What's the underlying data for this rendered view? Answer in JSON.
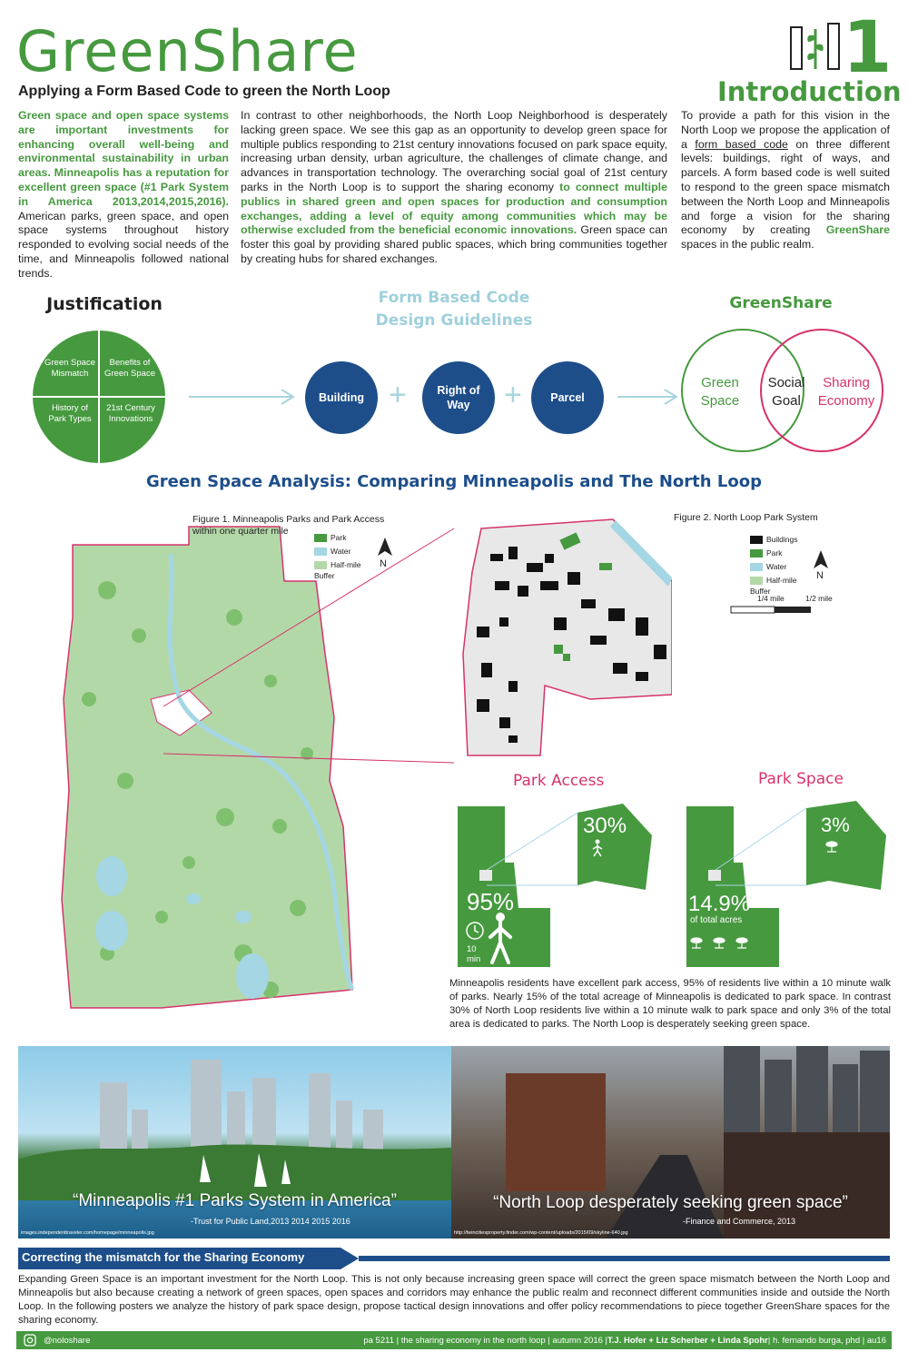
{
  "header": {
    "title": "GreenShare",
    "subtitle": "Applying a Form Based Code to green the North Loop",
    "number": "1",
    "section": "Introduction"
  },
  "intro": {
    "col1_bold": "Green space and open space systems are important investments for enhancing overall well-being and environmental sustainability in urban areas. Minneapolis has a reputation for excellent green space (#1 Park System in America 2013,2014,2015,2016).",
    "col1_text": " American parks, green space, and open space systems throughout history responded to evolving social needs of the time, and Minneapolis followed national trends.",
    "col2_a": "In contrast to other neighborhoods, the North Loop Neighborhood is desperately lacking green space. We see this gap as an opportunity to develop green space for multiple publics responding to 21st century innovations focused on park space equity, increasing urban density, urban agriculture, the challenges of climate change, and advances in transportation technology. The overarching social goal of 21st century parks in the North Loop is to support the sharing economy ",
    "col2_bold": "to connect multiple publics in shared green and open spaces for production and consumption exchanges, adding a level of equity among communities which may be otherwise excluded from the beneficial economic innovations.",
    "col2_b": " Green space can foster this goal by providing shared public spaces, which bring communities together by creating hubs for shared exchanges.",
    "col3_a": "To provide a path for this vision in the North Loop we propose the application of a ",
    "col3_link": "form based code",
    "col3_b": " on three different levels: buildings, right of ways, and parcels. A form based code is well suited to respond to the green space mismatch between the North Loop and Minneapolis and forge a vision for the sharing economy by creating ",
    "col3_bold": "GreenShare",
    "col3_c": " spaces in the public realm."
  },
  "diagram": {
    "justification_title": "Justification",
    "quadrants": [
      "Green Space Mismatch",
      "Benefits of Green Space",
      "History of Park Types",
      "21st Century Innovations"
    ],
    "fbc_title_1": "Form Based Code",
    "fbc_title_2": "Design Guidelines",
    "fbc_items": [
      "Building",
      "Right of Way",
      "Parcel"
    ],
    "plus": "+",
    "greenshare_title": "GreenShare",
    "venn_left": "Green Space",
    "venn_center": "Social Goal",
    "venn_right": "Sharing Economy"
  },
  "analysis": {
    "title": "Green Space Analysis: Comparing Minneapolis and The North Loop",
    "fig1_caption": "Figure 1. Minneapolis Parks and Park Access within one quarter mile",
    "fig1_legend": [
      "Park",
      "Water",
      "Half-mile Buffer"
    ],
    "fig2_caption": "Figure 2. North Loop Park System",
    "fig2_legend": [
      "Buildings",
      "Park",
      "Water",
      "Half-mile Buffer"
    ],
    "north": "N",
    "scale_a": "1/4 mile",
    "scale_b": "1/2 mile",
    "park_access_title": "Park Access",
    "park_space_title": "Park Space",
    "access_nl": "30%",
    "access_mpls": "95%",
    "access_time": "10 min",
    "space_nl": "3%",
    "space_mpls": "14.9%",
    "space_unit": "of total acres",
    "summary": "Minneapolis residents have excellent park access, 95% of residents live within a 10 minute walk of parks. Nearly 15% of the total acreage of Minneapolis is dedicated to park space. In contrast 30% of North Loop residents live within a 10 minute walk to park space and only 3% of the total area is dedicated to parks. The North Loop is desperately seeking green space."
  },
  "photos": {
    "left_quote": "“Minneapolis #1 Parks System in America”",
    "left_source": "-Trust for Public Land,2013 2014 2015 2016",
    "left_url": "images.independenttraveler.com/homepage/minneapolis.jpg",
    "right_quote": "“North Loop desperately seeking green space”",
    "right_source": "-Finance and Commerce, 2013",
    "right_url": "http://twincitiesproperty.finder.com/wp-content/uploads/2015/09/skyline-640.jpg"
  },
  "closing": {
    "banner": "Correcting the mismatch for the Sharing Economy",
    "text": "Expanding Green Space is an important investment for the North Loop. This is not only because increasing green space will correct the green space mismatch between the North Loop and Minneapolis but also because creating a network of green spaces, open spaces and corridors may enhance the public realm and reconnect different communities inside and outside the North Loop. In the following posters we analyze the history of park space design, propose tactical design innovations and offer policy recommendations to piece together GreenShare spaces for the sharing economy."
  },
  "footer": {
    "handle": "@noloshare",
    "course": "pa 5211 | the sharing economy in the north loop | autumn 2016 | ",
    "authors": "T.J. Hofer + Liz Scherber + Linda Spohr",
    "tail": " | h. fernando burga, phd | au16"
  },
  "colors": {
    "green": "#46993f",
    "blue": "#1d4e8a",
    "pink": "#d6336c",
    "lightblue": "#9fd0dc"
  }
}
